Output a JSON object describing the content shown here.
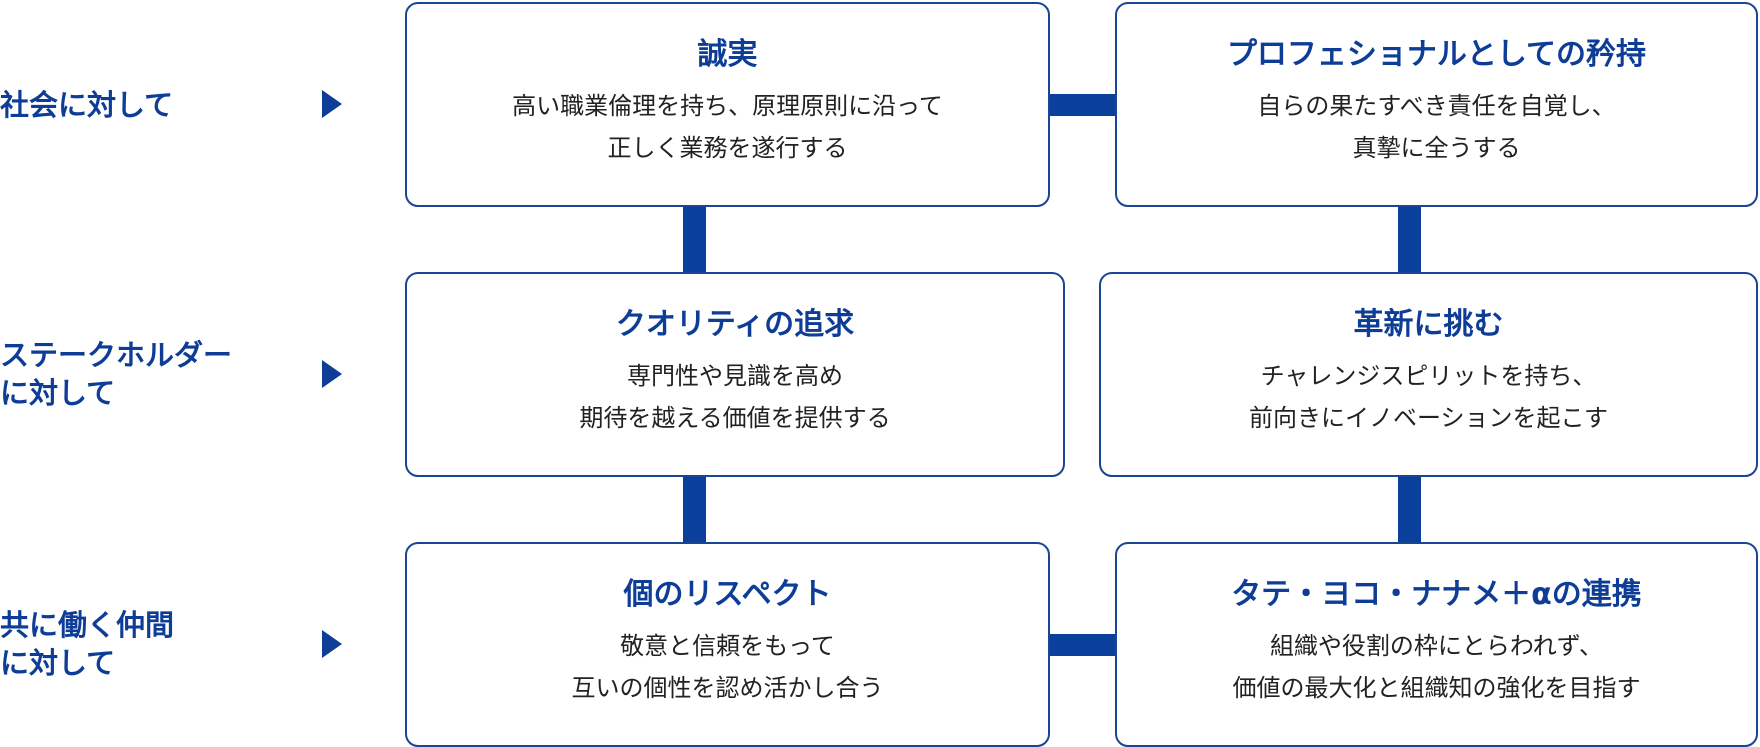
{
  "row_labels": [
    "社会に対して",
    "ステークホルダー\nに対して",
    "共に働く仲間\nに対して"
  ],
  "values": [
    {
      "title": "誠実",
      "desc": "高い職業倫理を持ち、原理原則に沿って\n正しく業務を遂行する"
    },
    {
      "title": "プロフェショナルとしての矜持",
      "desc": "自らの果たすべき責任を自覚し、\n真摯に全うする"
    },
    {
      "title": "クオリティの追求",
      "desc": "専門性や見識を高め\n期待を越える価値を提供する"
    },
    {
      "title": "革新に挑む",
      "desc": "チャレンジスピリットを持ち、\n前向きにイノベーションを起こす"
    },
    {
      "title": "個のリスペクト",
      "desc": "敬意と信頼をもって\n互いの個性を認め活かし合う"
    },
    {
      "title": "タテ・ヨコ・ナナメ＋αの連携",
      "desc": "組織や役割の枠にとらわれず、\n価値の最大化と組織知の強化を目指す"
    }
  ],
  "colors": {
    "accent": "#0d3d96",
    "connector": "#0a3f9c",
    "border": "#1a4595",
    "text": "#222222"
  }
}
